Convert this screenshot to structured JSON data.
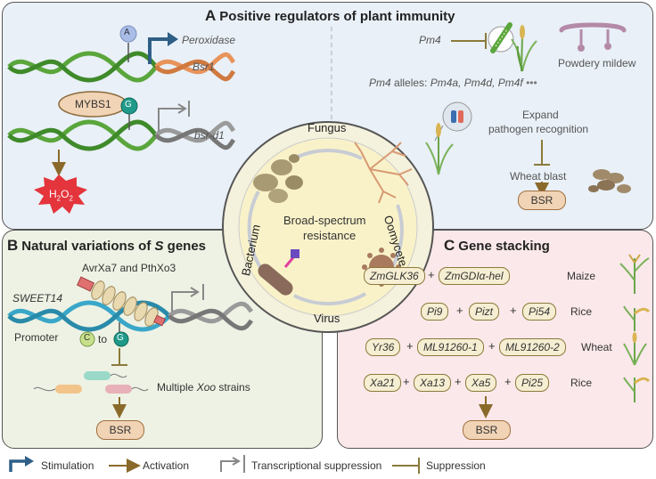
{
  "panel_a": {
    "letter": "A",
    "title": "Positive regulators of plant immunity",
    "badge_a": "A",
    "peroxidase": "Peroxidase",
    "bsr1": "Bsr1",
    "mybs1": "MYBS1",
    "badge_g": "G",
    "bsrd1": "bsr-d1",
    "h2o2": "H",
    "h2o2_sub1": "2",
    "h2o2_o": "O",
    "h2o2_sub2": "2",
    "pm4": "Pm4",
    "powdery_mildew": "Powdery mildew",
    "alleles_pm4": "Pm4",
    "alleles_rest": " alleles: ",
    "allele_list": "Pm4a, Pm4d, Pm4f",
    "ellipsis": "•••",
    "expand": "Expand",
    "pathogen_recognition": "pathogen recognition",
    "wheat_blast": "Wheat blast",
    "bsr": "BSR"
  },
  "center": {
    "resistance_line1": "Broad-spectrum",
    "resistance_line2": "resistance",
    "fungus": "Fungus",
    "oomycete": "Oomycete",
    "virus": "Virus",
    "bacterium": "Bacterium"
  },
  "panel_b": {
    "letter": "B",
    "title_pre": "Natural variations of ",
    "title_s": "S",
    "title_post": " genes",
    "effectors": "AvrXa7 and PthXo3",
    "sweet14": "SWEET14",
    "promoter": "Promoter",
    "badge_c": "C",
    "to": "to",
    "badge_g": "G",
    "xoo_pre": "Multiple ",
    "xoo": "Xoo",
    "xoo_post": " strains",
    "bsr": "BSR"
  },
  "panel_c": {
    "letter": "C",
    "title": "Gene stacking",
    "rows": [
      {
        "genes": [
          "ZmGLK36",
          "ZmGDIα-hel"
        ],
        "crop": "Maize"
      },
      {
        "genes": [
          "Pi9",
          "Pizt",
          "Pi54"
        ],
        "crop": "Rice"
      },
      {
        "genes": [
          "Yr36",
          "ML91260-1",
          "ML91260-2"
        ],
        "crop": "Wheat"
      },
      {
        "genes": [
          "Xa21",
          "Xa13",
          "Xa5",
          "Pi25"
        ],
        "crop": "Rice"
      }
    ],
    "plus": "+",
    "bsr": "BSR"
  },
  "legend": {
    "stimulation": "Stimulation",
    "activation": "Activation",
    "transcriptional_suppression": "Transcriptional suppression",
    "suppression": "Suppression"
  },
  "colors": {
    "panel_a_bg": "#e9f0f7",
    "panel_b_bg": "#eef2e4",
    "panel_c_bg": "#fbe8ea",
    "dna_green": "#5aa63c",
    "dna_orange": "#e8935a",
    "dna_gray": "#8a8a8a",
    "dna_blue": "#3aa7c9",
    "arrow_blue": "#2f5f86",
    "activation_brown": "#8a6a2a",
    "h2o2_red": "#e4343c"
  }
}
